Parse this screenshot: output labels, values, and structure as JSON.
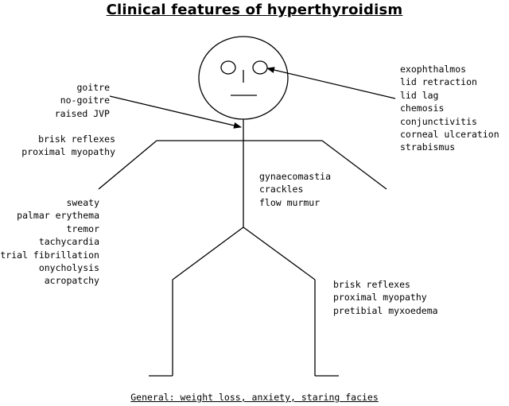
{
  "title": "Clinical features of hyperthyroidism",
  "labels": {
    "neck": [
      "goitre",
      "no-goitre",
      "raised JVP"
    ],
    "eyes": [
      "exophthalmos",
      "lid retraction",
      "lid lag",
      "chemosis",
      "conjunctivitis",
      "corneal ulceration",
      "strabismus"
    ],
    "arms": [
      "brisk reflexes",
      "proximal myopathy"
    ],
    "chest": [
      "gynaecomastia",
      "crackles",
      "flow murmur"
    ],
    "hands": [
      "sweaty",
      "palmar erythema",
      "tremor",
      "tachycardia",
      "atrial fibrillation",
      "onycholysis",
      "acropatchy"
    ],
    "legs": [
      "brisk reflexes",
      "proximal myopathy",
      "pretibial myxoedema"
    ]
  },
  "footer": "General: weight loss, anxiety, staring facies"
}
